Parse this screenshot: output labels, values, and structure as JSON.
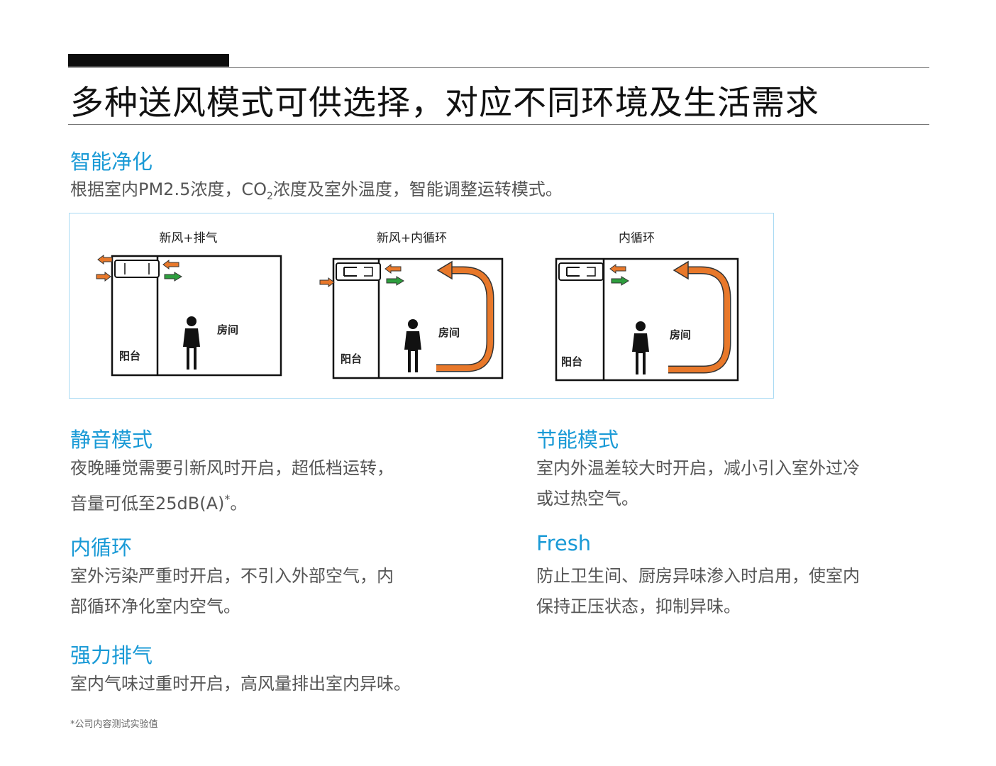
{
  "header": {
    "title": "多种送风模式可供选择，对应不同环境及生活需求"
  },
  "smart": {
    "heading": "智能净化",
    "desc_pre": "根据室内PM2.5浓度，CO",
    "desc_sub": "2",
    "desc_post": "浓度及室外温度，智能调整运转模式。"
  },
  "diagrams": [
    {
      "title": "新风+排气",
      "balcony": "阳台",
      "room": "房间"
    },
    {
      "title": "新风+内循环",
      "balcony": "阳台",
      "room": "房间"
    },
    {
      "title": "内循环",
      "balcony": "阳台",
      "room": "房间"
    }
  ],
  "colors": {
    "accent": "#1a9ad6",
    "arrow_orange": "#e8782a",
    "arrow_green": "#2e9e3e"
  },
  "modes": {
    "quiet": {
      "heading": "静音模式",
      "line1": "夜晚睡觉需要引新风时开启，超低档运转，",
      "line2": "音量可低至25dB(A)",
      "mark": "*",
      "end": "。"
    },
    "eco": {
      "heading": "节能模式",
      "line1": "室内外温差较大时开启，减小引入室外过冷",
      "line2": "或过热空气。"
    },
    "recirc": {
      "heading": "内循环",
      "line1": "室外污染严重时开启，不引入外部空气，内",
      "line2": "部循环净化室内空气。"
    },
    "fresh": {
      "heading": "Fresh",
      "line1": "防止卫生间、厨房异味渗入时启用，使室内",
      "line2": "保持正压状态，抑制异味。"
    },
    "exhaust": {
      "heading": "强力排气",
      "line1": "室内气味过重时开启，高风量排出室内异味。"
    }
  },
  "footnote": "*公司内容测试实验值"
}
